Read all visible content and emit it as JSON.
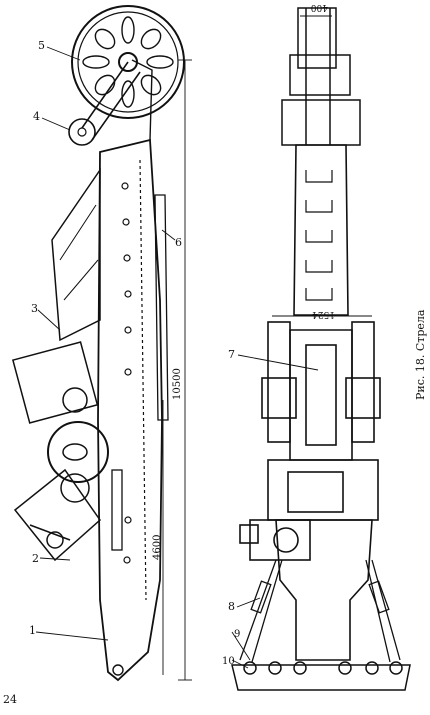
{
  "page_number": "24",
  "caption": "Рис. 18. Стрела",
  "part_labels": [
    "1",
    "2",
    "3",
    "4",
    "5",
    "6",
    "7",
    "8",
    "9",
    "10"
  ],
  "dimensions": {
    "overall_length": "10500",
    "lower_length": "4600",
    "top_width": "400",
    "mid_width": "1524"
  }
}
